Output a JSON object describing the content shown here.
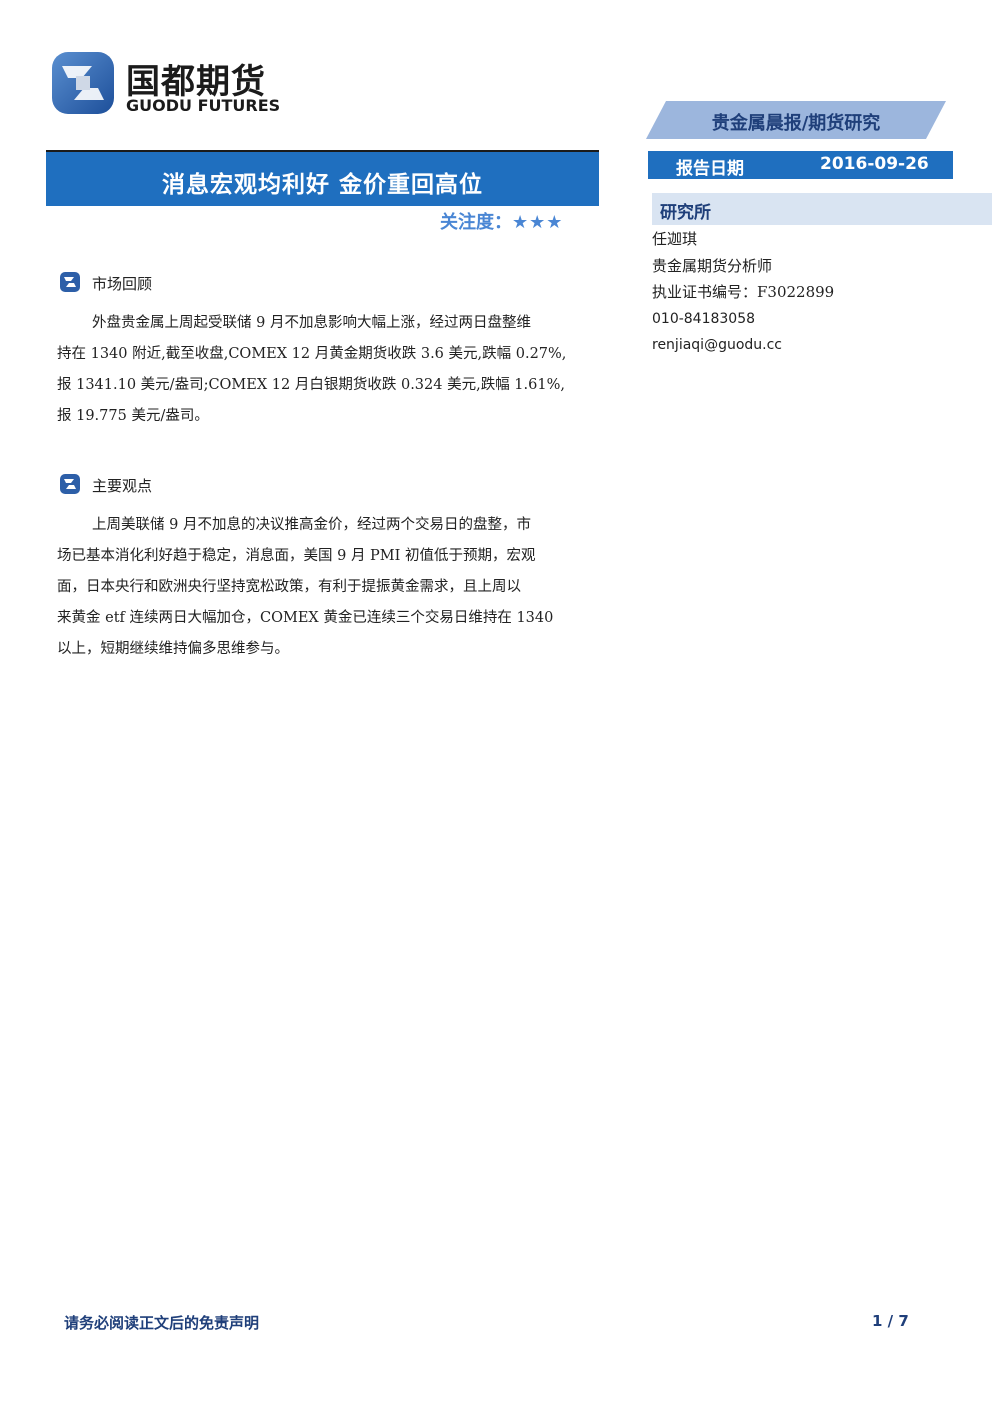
{
  "header": {
    "logo_cn": "国都期货",
    "logo_en": "GUODU FUTURES",
    "category": "贵金属晨报/期货研究",
    "date_label": "报告日期",
    "date_value": "2016-09-26"
  },
  "report": {
    "title": "消息宏观均利好 金价重回高位",
    "attention_label": "关注度：",
    "attention_stars": "★★★",
    "attention_level": 3
  },
  "sections": [
    {
      "heading": "市场回顾",
      "lines": [
        "外盘贵金属上周起受联储 9 月不加息影响大幅上涨，经过两日盘整维",
        "持在 1340 附近,截至收盘,COMEX 12 月黄金期货收跌 3.6 美元,跌幅 0.27%,",
        "报 1341.10 美元/盎司;COMEX 12 月白银期货收跌 0.324 美元,跌幅 1.61%,",
        "报 19.775 美元/盎司。"
      ]
    },
    {
      "heading": "主要观点",
      "lines": [
        "上周美联储 9 月不加息的决议推高金价，经过两个交易日的盘整，市",
        "场已基本消化利好趋于稳定，消息面，美国 9 月 PMI 初值低于预期，宏观",
        "面，日本央行和欧洲央行坚持宽松政策，有利于提振黄金需求，且上周以",
        "来黄金 etf 连续两日大幅加仓，COMEX 黄金已连续三个交易日维持在 1340",
        "以上，短期继续维持偏多思维参与。"
      ]
    }
  ],
  "sidebar": {
    "dept": "研究所",
    "analyst_name": "任迦琪",
    "analyst_title": "贵金属期货分析师",
    "cert": "执业证书编号：F3022899",
    "phone": "010-84183058",
    "email": "renjiaqi@guodu.cc"
  },
  "footer": {
    "disclaimer": "请务必阅读正文后的免责声明",
    "page": "1 / 7"
  },
  "colors": {
    "primary_blue": "#1f6fbf",
    "light_blue": "#9cb6dd",
    "pale_blue": "#d9e4f2",
    "navy": "#1f3f7a",
    "star_blue": "#4a86d4"
  },
  "icons": {
    "logo": "guodu-logo-icon",
    "section_bullet": "bullet-s-icon"
  }
}
